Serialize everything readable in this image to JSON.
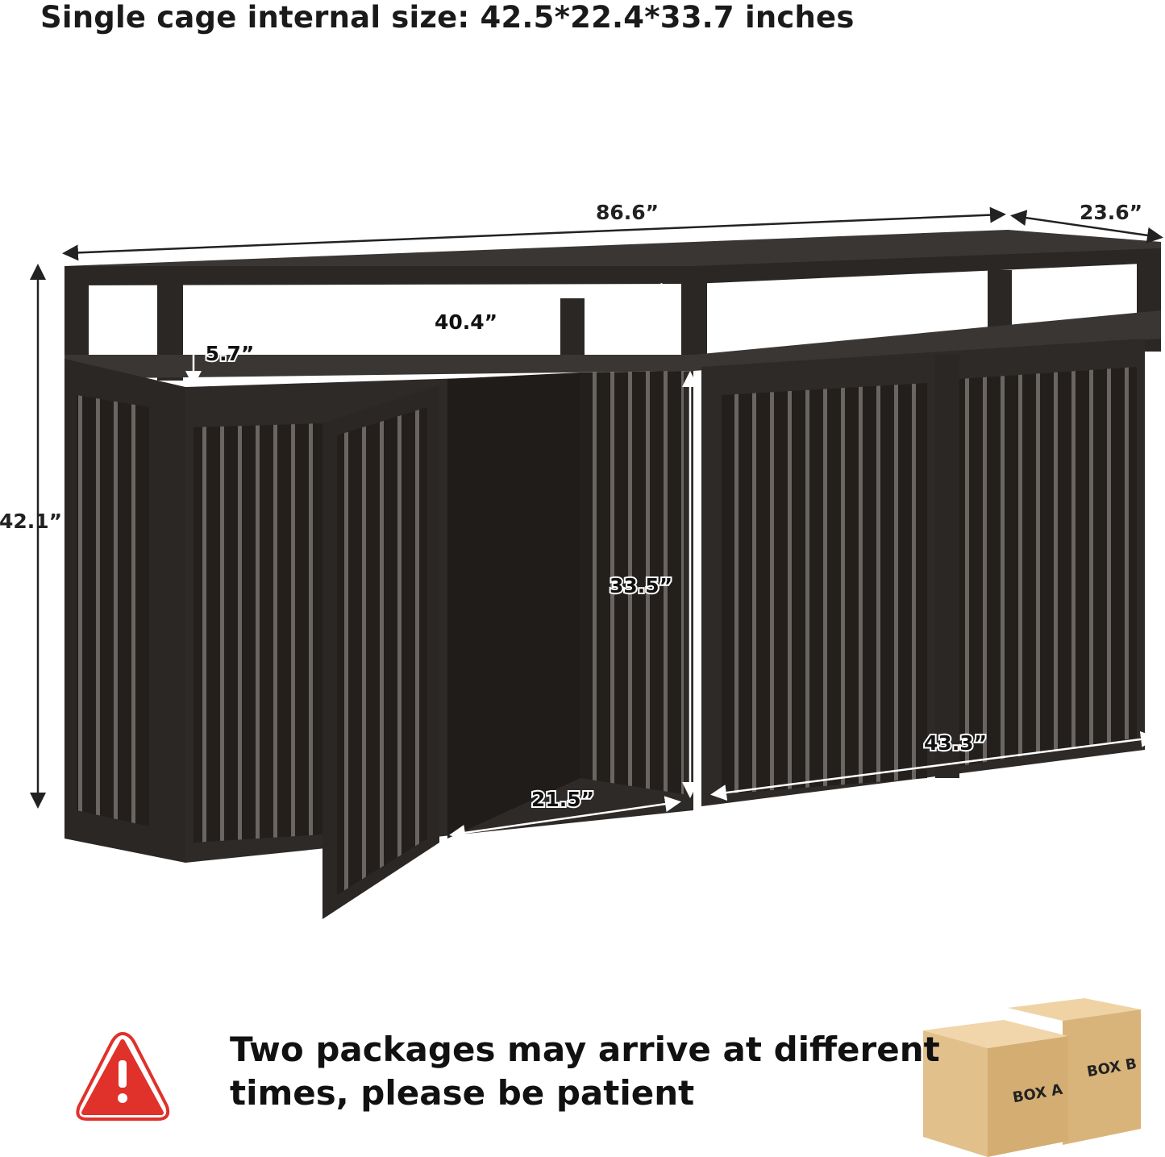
{
  "title": "Single cage internal size: 42.5*22.4*33.7 inches",
  "dimensions": {
    "overall_width": "86.6”",
    "depth": "23.6”",
    "overall_height": "42.1”",
    "shelf_width": "40.4”",
    "shelf_height": "5.7”",
    "cage_height": "33.5”",
    "cage_depth": "21.5”",
    "cage_width": "43.3”"
  },
  "notice": {
    "icon": "warning-icon",
    "line1": "Two packages may arrive at different",
    "line2": "times, please be patient"
  },
  "boxes": {
    "box_a": "BOX A",
    "box_b": "BOX B"
  },
  "colors": {
    "cabinet": "#2b2826",
    "warning": "#e0312b",
    "box": "#e2c08c"
  }
}
